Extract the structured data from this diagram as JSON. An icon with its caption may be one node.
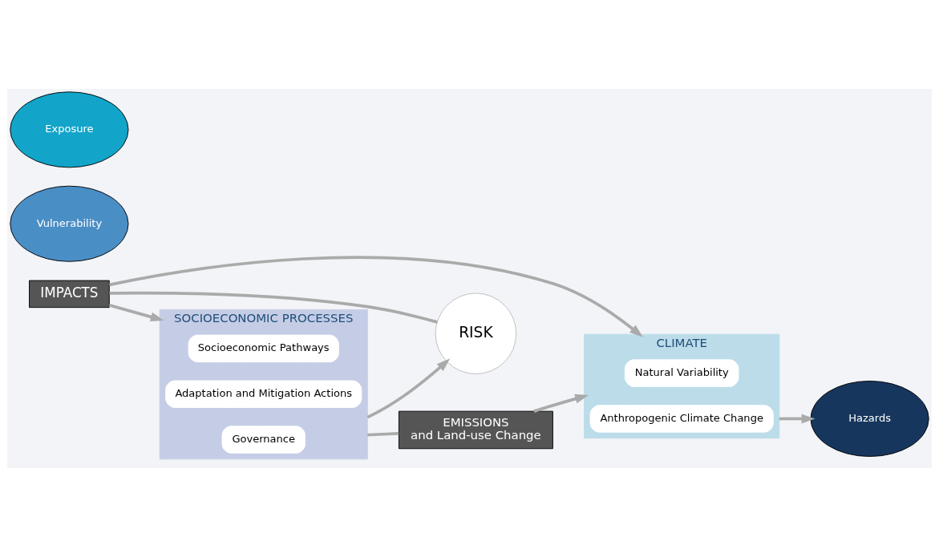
{
  "diagram": {
    "nodes": [
      {
        "text": [
          "IMPACTS"
        ]
      },
      {
        "text": [
          "CLIMATE"
        ]
      },
      {
        "text": [
          "Natural Variability"
        ],
        "in": 1
      },
      {
        "text": [
          "Anthropogenic Climate Change"
        ],
        "in": 1
      },
      {
        "text": [
          "Hazards"
        ]
      },
      {
        "text": [
          "Vulnerability"
        ]
      },
      {
        "text": [
          "Exposure"
        ]
      },
      {
        "text": [
          "RISK"
        ]
      },
      {
        "text": [
          "SOCIOECONOMIC PROCESSES"
        ]
      },
      {
        "text": [
          "Socioeconomic Pathways"
        ],
        "in": 8
      },
      {
        "text": [
          "Adaptation and Mitigation Actions"
        ],
        "in": 8
      },
      {
        "text": [
          "Governance"
        ],
        "in": 8
      },
      {
        "text": [
          "EMISSIONS",
          "and Land-use Change"
        ]
      }
    ],
    "edges": [
      {
        "from": 0,
        "to": 1,
        "arrow": "to"
      },
      {
        "from": 0,
        "to": 8,
        "arrow": "to"
      },
      {
        "from": 0,
        "to": 7,
        "arrow": "none"
      },
      {
        "from": 8,
        "to": 12,
        "arrow": "none"
      },
      {
        "from": 12,
        "to": 1,
        "arrow": "to"
      },
      {
        "from": 1,
        "to": 4,
        "arrow": "to"
      },
      {
        "from": 8,
        "to": 7,
        "arrow": "to"
      }
    ]
  }
}
